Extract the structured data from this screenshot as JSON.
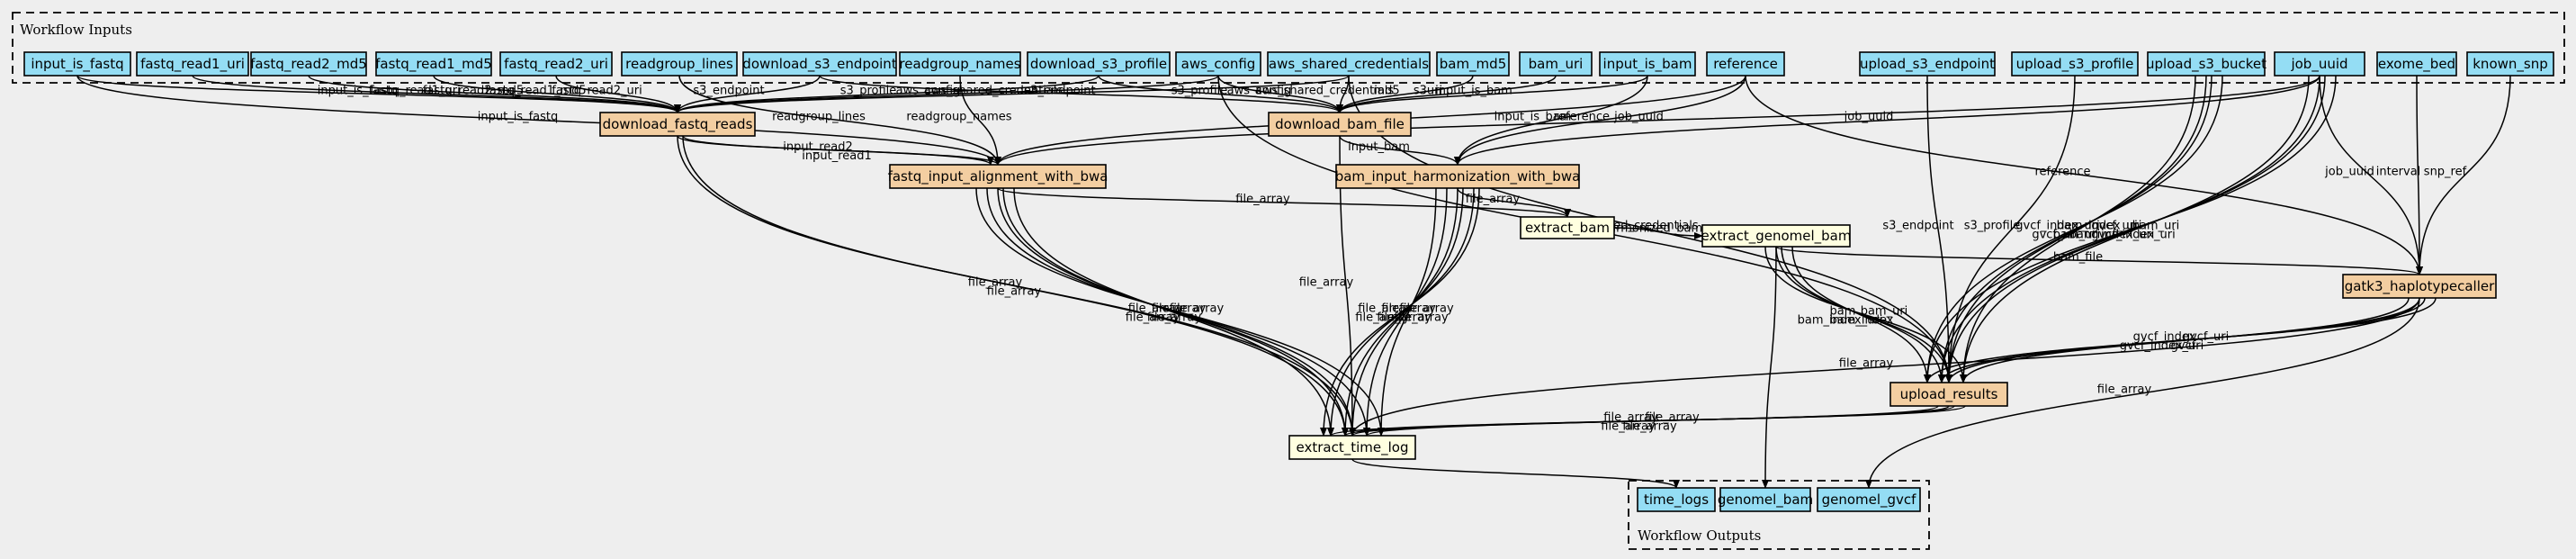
{
  "clusters": {
    "inputs_title": "Workflow Inputs",
    "outputs_title": "Workflow Outputs"
  },
  "colors": {
    "input": "#94ddf4",
    "step": "#f3cea1",
    "tool": "#ffffe0",
    "output": "#94ddf4",
    "background": "#eeeeee"
  },
  "nodes": [
    {
      "id": "input_is_fastq",
      "label": "input_is_fastq",
      "kind": "input"
    },
    {
      "id": "fastq_read1_uri",
      "label": "fastq_read1_uri",
      "kind": "input"
    },
    {
      "id": "fastq_read2_md5",
      "label": "fastq_read2_md5",
      "kind": "input"
    },
    {
      "id": "fastq_read1_md5",
      "label": "fastq_read1_md5",
      "kind": "input"
    },
    {
      "id": "fastq_read2_uri",
      "label": "fastq_read2_uri",
      "kind": "input"
    },
    {
      "id": "readgroup_lines",
      "label": "readgroup_lines",
      "kind": "input"
    },
    {
      "id": "download_s3_endpoint",
      "label": "download_s3_endpoint",
      "kind": "input"
    },
    {
      "id": "readgroup_names",
      "label": "readgroup_names",
      "kind": "input"
    },
    {
      "id": "download_s3_profile",
      "label": "download_s3_profile",
      "kind": "input"
    },
    {
      "id": "aws_config",
      "label": "aws_config",
      "kind": "input"
    },
    {
      "id": "aws_shared_credentials",
      "label": "aws_shared_credentials",
      "kind": "input"
    },
    {
      "id": "bam_md5",
      "label": "bam_md5",
      "kind": "input"
    },
    {
      "id": "bam_uri",
      "label": "bam_uri",
      "kind": "input"
    },
    {
      "id": "input_is_bam",
      "label": "input_is_bam",
      "kind": "input"
    },
    {
      "id": "reference",
      "label": "reference",
      "kind": "input"
    },
    {
      "id": "upload_s3_endpoint",
      "label": "upload_s3_endpoint",
      "kind": "input"
    },
    {
      "id": "upload_s3_profile",
      "label": "upload_s3_profile",
      "kind": "input"
    },
    {
      "id": "upload_s3_bucket",
      "label": "upload_s3_bucket",
      "kind": "input"
    },
    {
      "id": "job_uuid",
      "label": "job_uuid",
      "kind": "input"
    },
    {
      "id": "exome_bed",
      "label": "exome_bed",
      "kind": "input"
    },
    {
      "id": "known_snp",
      "label": "known_snp",
      "kind": "input"
    },
    {
      "id": "download_fastq_reads",
      "label": "download_fastq_reads",
      "kind": "step"
    },
    {
      "id": "download_bam_file",
      "label": "download_bam_file",
      "kind": "step"
    },
    {
      "id": "fastq_input_alignment_with_bwa",
      "label": "fastq_input_alignment_with_bwa",
      "kind": "step"
    },
    {
      "id": "bam_input_harmonization_with_bwa",
      "label": "bam_input_harmonization_with_bwa",
      "kind": "step"
    },
    {
      "id": "extract_bam",
      "label": "extract_bam",
      "kind": "tool"
    },
    {
      "id": "extract_genomel_bam",
      "label": "extract_genomel_bam",
      "kind": "tool"
    },
    {
      "id": "gatk3_haplotypecaller",
      "label": "gatk3_haplotypecaller",
      "kind": "step"
    },
    {
      "id": "upload_results",
      "label": "upload_results",
      "kind": "step"
    },
    {
      "id": "extract_time_log",
      "label": "extract_time_log",
      "kind": "tool"
    },
    {
      "id": "time_logs",
      "label": "time_logs",
      "kind": "output"
    },
    {
      "id": "genomel_bam",
      "label": "genomel_bam",
      "kind": "output"
    },
    {
      "id": "genomel_gvcf",
      "label": "genomel_gvcf",
      "kind": "output"
    }
  ],
  "edges": [
    {
      "from": "input_is_fastq",
      "to": "download_fastq_reads",
      "label": "input_is_fastq"
    },
    {
      "from": "input_is_fastq",
      "to": "fastq_input_alignment_with_bwa",
      "label": "input_is_fastq"
    },
    {
      "from": "fastq_read1_uri",
      "to": "download_fastq_reads",
      "label": "fastq_read1_uri"
    },
    {
      "from": "fastq_read2_md5",
      "to": "download_fastq_reads",
      "label": "fastq_read2_md5"
    },
    {
      "from": "fastq_read1_md5",
      "to": "download_fastq_reads",
      "label": "fastq_read1_md5"
    },
    {
      "from": "fastq_read2_uri",
      "to": "download_fastq_reads",
      "label": "fastq_read2_uri"
    },
    {
      "from": "download_s3_endpoint",
      "to": "download_fastq_reads",
      "label": "s3_endpoint"
    },
    {
      "from": "download_s3_profile",
      "to": "download_fastq_reads",
      "label": "s3_profile"
    },
    {
      "from": "aws_config",
      "to": "download_fastq_reads",
      "label": "aws_config"
    },
    {
      "from": "readgroup_lines",
      "to": "fastq_input_alignment_with_bwa",
      "label": "readgroup_lines"
    },
    {
      "from": "readgroup_names",
      "to": "fastq_input_alignment_with_bwa",
      "label": "readgroup_names"
    },
    {
      "from": "download_s3_endpoint",
      "to": "download_bam_file",
      "label": "s3_endpoint"
    },
    {
      "from": "download_s3_profile",
      "to": "download_bam_file",
      "label": "s3_profile"
    },
    {
      "from": "aws_config",
      "to": "download_bam_file",
      "label": "aws_config"
    },
    {
      "from": "aws_shared_credentials",
      "to": "download_bam_file",
      "label": "aws_shared_credentials"
    },
    {
      "from": "aws_shared_credentials",
      "to": "download_fastq_reads",
      "label": "aws_shared_credentials"
    },
    {
      "from": "bam_md5",
      "to": "download_bam_file",
      "label": "md5"
    },
    {
      "from": "bam_uri",
      "to": "download_bam_file",
      "label": "s3uri"
    },
    {
      "from": "input_is_bam",
      "to": "download_bam_file",
      "label": "input_is_bam"
    },
    {
      "from": "input_is_bam",
      "to": "bam_input_harmonization_with_bwa",
      "label": "input_is_bam"
    },
    {
      "from": "reference",
      "to": "bam_input_harmonization_with_bwa",
      "label": "reference"
    },
    {
      "from": "reference",
      "to": "fastq_input_alignment_with_bwa",
      "label": "reference"
    },
    {
      "from": "reference",
      "to": "gatk3_haplotypecaller",
      "label": "reference"
    },
    {
      "from": "job_uuid",
      "to": "fastq_input_alignment_with_bwa",
      "label": "job_uuid"
    },
    {
      "from": "job_uuid",
      "to": "bam_input_harmonization_with_bwa",
      "label": "job_uuid"
    },
    {
      "from": "job_uuid",
      "to": "gatk3_haplotypecaller",
      "label": "job_uuid"
    },
    {
      "from": "exome_bed",
      "to": "gatk3_haplotypecaller",
      "label": "interval"
    },
    {
      "from": "known_snp",
      "to": "gatk3_haplotypecaller",
      "label": "snp_ref"
    },
    {
      "from": "download_fastq_reads",
      "to": "fastq_input_alignment_with_bwa",
      "label": "input_read2"
    },
    {
      "from": "download_fastq_reads",
      "to": "fastq_input_alignment_with_bwa",
      "label": "input_read1"
    },
    {
      "from": "download_bam_file",
      "to": "bam_input_harmonization_with_bwa",
      "label": "input_bam"
    },
    {
      "from": "fastq_input_alignment_with_bwa",
      "to": "extract_bam",
      "label": "file_array"
    },
    {
      "from": "bam_input_harmonization_with_bwa",
      "to": "extract_bam",
      "label": "file_array"
    },
    {
      "from": "extract_bam",
      "to": "extract_genomel_bam",
      "label": "harmonized_bam"
    },
    {
      "from": "extract_genomel_bam",
      "to": "gatk3_haplotypecaller",
      "label": "bam_file"
    },
    {
      "from": "extract_genomel_bam",
      "to": "upload_results",
      "label": "bam"
    },
    {
      "from": "extract_genomel_bam",
      "to": "upload_results",
      "label": "bam_index"
    },
    {
      "from": "extract_genomel_bam",
      "to": "upload_results",
      "label": "bam_uri"
    },
    {
      "from": "extract_genomel_bam",
      "to": "upload_results",
      "label": "bam_index_uri"
    },
    {
      "from": "aws_config",
      "to": "upload_results",
      "label": "aws_config"
    },
    {
      "from": "aws_shared_credentials",
      "to": "upload_results",
      "label": "aws_shared_credentials"
    },
    {
      "from": "upload_s3_endpoint",
      "to": "upload_results",
      "label": "s3_endpoint"
    },
    {
      "from": "upload_s3_profile",
      "to": "upload_results",
      "label": "s3_profile"
    },
    {
      "from": "upload_s3_bucket",
      "to": "upload_results",
      "label": "gvcf_index_uri"
    },
    {
      "from": "upload_s3_bucket",
      "to": "upload_results",
      "label": "bam_uri"
    },
    {
      "from": "upload_s3_bucket",
      "to": "upload_results",
      "label": "bam_index_uri"
    },
    {
      "from": "upload_s3_bucket",
      "to": "upload_results",
      "label": "gvcf_uri"
    },
    {
      "from": "job_uuid",
      "to": "upload_results",
      "label": "gvcf_uri"
    },
    {
      "from": "job_uuid",
      "to": "upload_results",
      "label": "gvcf_index_uri"
    },
    {
      "from": "job_uuid",
      "to": "upload_results",
      "label": "bam_uri"
    },
    {
      "from": "job_uuid",
      "to": "upload_results",
      "label": "bam_index_uri"
    },
    {
      "from": "gatk3_haplotypecaller",
      "to": "upload_results",
      "label": "gvcf_index"
    },
    {
      "from": "gatk3_haplotypecaller",
      "to": "upload_results",
      "label": "gvcf"
    },
    {
      "from": "gatk3_haplotypecaller",
      "to": "upload_results",
      "label": "gvcf_uri"
    },
    {
      "from": "gatk3_haplotypecaller",
      "to": "upload_results",
      "label": "gvcf_index_uri"
    },
    {
      "from": "download_fastq_reads",
      "to": "extract_time_log",
      "label": "file_array"
    },
    {
      "from": "download_fastq_reads",
      "to": "extract_time_log",
      "label": "file_array"
    },
    {
      "from": "fastq_input_alignment_with_bwa",
      "to": "extract_time_log",
      "label": "file_array"
    },
    {
      "from": "fastq_input_alignment_with_bwa",
      "to": "extract_time_log",
      "label": "file_array"
    },
    {
      "from": "fastq_input_alignment_with_bwa",
      "to": "extract_time_log",
      "label": "file_array"
    },
    {
      "from": "fastq_input_alignment_with_bwa",
      "to": "extract_time_log",
      "label": "file_array"
    },
    {
      "from": "fastq_input_alignment_with_bwa",
      "to": "extract_time_log",
      "label": "file_array"
    },
    {
      "from": "download_bam_file",
      "to": "extract_time_log",
      "label": "file_array"
    },
    {
      "from": "bam_input_harmonization_with_bwa",
      "to": "extract_time_log",
      "label": "file_array"
    },
    {
      "from": "bam_input_harmonization_with_bwa",
      "to": "extract_time_log",
      "label": "file_array"
    },
    {
      "from": "bam_input_harmonization_with_bwa",
      "to": "extract_time_log",
      "label": "file_array"
    },
    {
      "from": "bam_input_harmonization_with_bwa",
      "to": "extract_time_log",
      "label": "file_array"
    },
    {
      "from": "bam_input_harmonization_with_bwa",
      "to": "extract_time_log",
      "label": "file_array"
    },
    {
      "from": "bam_input_harmonization_with_bwa",
      "to": "extract_time_log",
      "label": "file_array"
    },
    {
      "from": "upload_results",
      "to": "extract_time_log",
      "label": "file_array"
    },
    {
      "from": "upload_results",
      "to": "extract_time_log",
      "label": "file_array"
    },
    {
      "from": "upload_results",
      "to": "extract_time_log",
      "label": "file_array"
    },
    {
      "from": "upload_results",
      "to": "extract_time_log",
      "label": "file_array"
    },
    {
      "from": "gatk3_haplotypecaller",
      "to": "extract_time_log",
      "label": "file_array"
    },
    {
      "from": "gatk3_haplotypecaller",
      "to": "genomel_gvcf",
      "label": "file_array"
    },
    {
      "from": "extract_time_log",
      "to": "time_logs",
      "label": ""
    },
    {
      "from": "extract_genomel_bam",
      "to": "genomel_bam",
      "label": ""
    }
  ]
}
